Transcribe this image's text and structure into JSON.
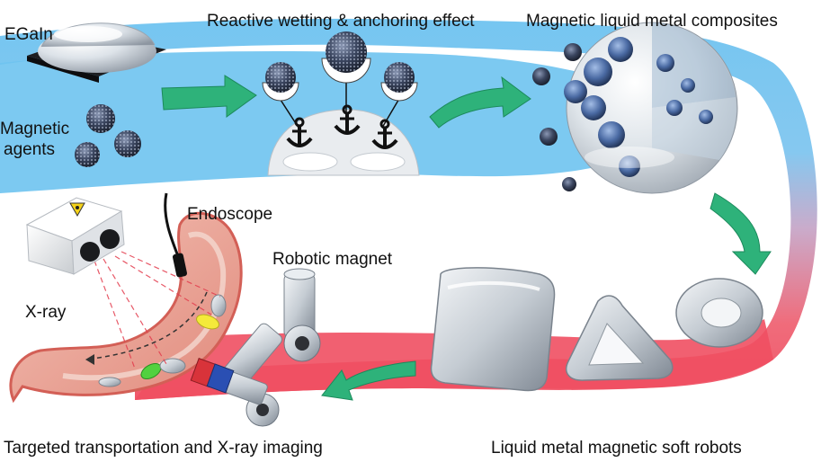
{
  "labels": {
    "egain": "EGaIn",
    "magnetic_agents_line1": "Magnetic",
    "magnetic_agents_line2": "agents",
    "reactive_wetting": "Reactive wetting & anchoring effect",
    "composites": "Magnetic liquid metal composites",
    "endoscope": "Endoscope",
    "robotic_magnet": "Robotic magnet",
    "xray": "X-ray",
    "targeted": "Targeted transportation and X-ray imaging",
    "soft_robots": "Liquid metal magnetic soft robots"
  },
  "colors": {
    "band_top": "#6ec3f0",
    "band_bottom": "#f04f62",
    "arrow_green": "#2eb27a",
    "particle_dark": "#2d3548",
    "metal_light": "#eef2f6",
    "metal_mid": "#a9b2bc",
    "stomach": "#e9a59a",
    "stomach_rim": "#d35f56",
    "pill_yellow": "#f4ea3a",
    "pill_green": "#52d13f",
    "magnet_red": "#d8333a",
    "magnet_blue": "#2a4fb3"
  },
  "icons": [
    "anchor-icon",
    "radiation-icon"
  ]
}
